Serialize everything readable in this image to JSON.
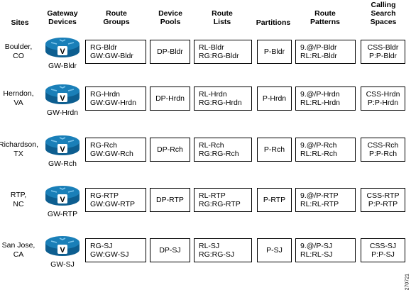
{
  "headers": {
    "sites": "Sites",
    "gateway": "Gateway\nDevices",
    "route_groups": "Route\nGroups",
    "device_pools": "Device\nPools",
    "route_lists": "Route\nLists",
    "partitions": "Partitions",
    "route_patterns": "Route\nPatterns",
    "css": "Calling\nSearch\nSpaces"
  },
  "router_letter": "V",
  "rows": [
    {
      "site": "Boulder,\nCO",
      "gateway": "GW-Bldr",
      "rg": [
        "RG-Bldr",
        "GW:GW-Bldr"
      ],
      "dp": "DP-Bldr",
      "rl": [
        "RL-Bldr",
        "RG:RG-Bldr"
      ],
      "part": "P-Bldr",
      "rp": [
        "9.@/P-Bldr",
        "RL:RL-Bldr"
      ],
      "css": [
        "CSS-Bldr",
        "P:P-Bldr"
      ]
    },
    {
      "site": "Herndon,\nVA",
      "gateway": "GW-Hrdn",
      "rg": [
        "RG-Hrdn",
        "GW:GW-Hrdn"
      ],
      "dp": "DP-Hrdn",
      "rl": [
        "RL-Hrdn",
        "RG:RG-Hrdn"
      ],
      "part": "P-Hrdn",
      "rp": [
        "9.@/P-Hrdn",
        "RL:RL-Hrdn"
      ],
      "css": [
        "CSS-Hrdn",
        "P:P-Hrdn"
      ]
    },
    {
      "site": "Richardson,\nTX",
      "gateway": "GW-Rch",
      "rg": [
        "RG-Rch",
        "GW:GW-Rch"
      ],
      "dp": "DP-Rch",
      "rl": [
        "RL-Rch",
        "RG:RG-Rch"
      ],
      "part": "P-Rch",
      "rp": [
        "9.@/P-Rch",
        "RL:RL-Rch"
      ],
      "css": [
        "CSS-Rch",
        "P:P-Rch"
      ]
    },
    {
      "site": "RTP,\nNC",
      "gateway": "GW-RTP",
      "rg": [
        "RG-RTP",
        "GW:GW-RTP"
      ],
      "dp": "DP-RTP",
      "rl": [
        "RL-RTP",
        "RG:RG-RTP"
      ],
      "part": "P-RTP",
      "rp": [
        "9.@/P-RTP",
        "RL:RL-RTP"
      ],
      "css": [
        "CSS-RTP",
        "P:P-RTP"
      ]
    },
    {
      "site": "San Jose,\nCA",
      "gateway": "GW-SJ",
      "rg": [
        "RG-SJ",
        "GW:GW-SJ"
      ],
      "dp": "DP-SJ",
      "rl": [
        "RL-SJ",
        "RG:RG-SJ"
      ],
      "part": "P-SJ",
      "rp": [
        "9.@/P-SJ",
        "RL:RL-SJ"
      ],
      "css": [
        "CSS-SJ",
        "P:P-SJ"
      ]
    }
  ],
  "figure_number": "270721",
  "colors": {
    "router_top": "#1a7fb8",
    "router_side": "#0d5e90",
    "router_hi": "#7cc4ea"
  }
}
